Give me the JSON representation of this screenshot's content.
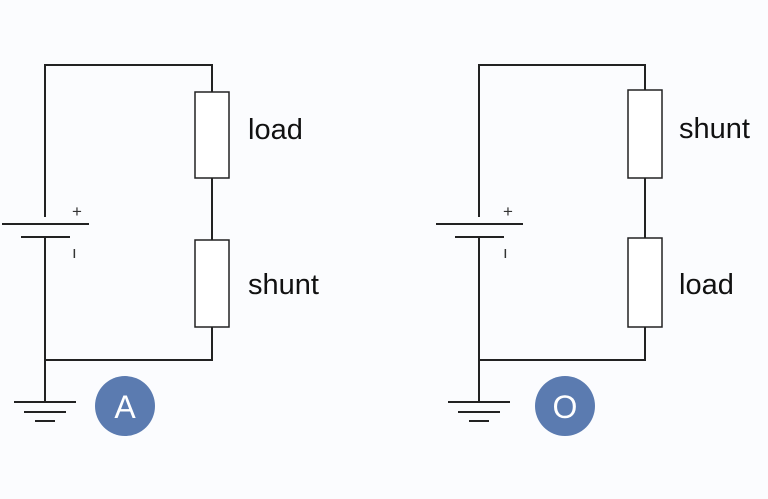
{
  "colors": {
    "background": "#fbfcfe",
    "wire": "#222222",
    "badge_fill": "#5b7bb0",
    "badge_text": "#ffffff"
  },
  "circuits": [
    {
      "badge": "A",
      "top_component": "load",
      "bottom_component": "shunt",
      "battery_plus": "+",
      "battery_minus": "ı"
    },
    {
      "badge": "O",
      "top_component": "shunt",
      "bottom_component": "load",
      "battery_plus": "+",
      "battery_minus": "ı"
    }
  ]
}
